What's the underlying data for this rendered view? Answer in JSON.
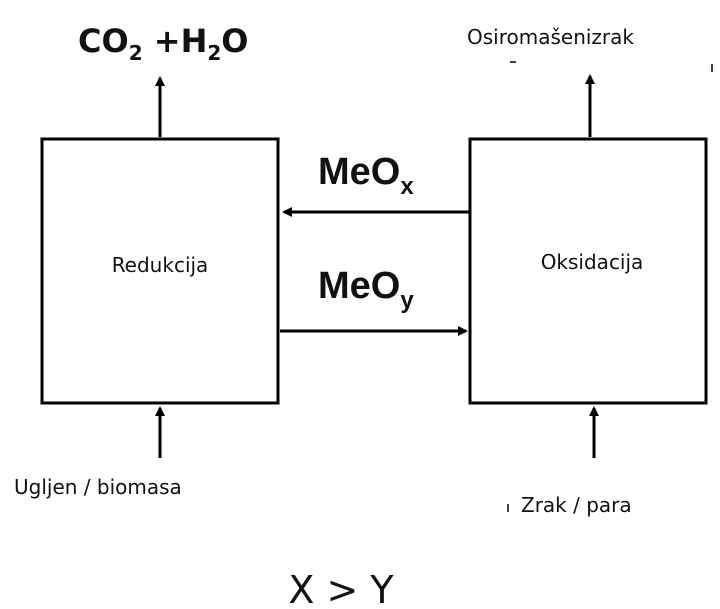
{
  "colors": {
    "stroke": "#000000",
    "text": "#111111",
    "background": "#ffffff"
  },
  "top_left": {
    "co2_base": "CO",
    "co2_sub": "2",
    "plus_h": " +H",
    "h2o_sub": "2",
    "o": "O"
  },
  "top_right": {
    "label": "Osiromašenizrak"
  },
  "reactors": {
    "reduction": "Redukcija",
    "oxidation": "Oksidacija"
  },
  "flows": {
    "upper_base": "MeO",
    "upper_sub": "x",
    "lower_base": "MeO",
    "lower_sub": "y"
  },
  "inputs": {
    "left": "Ugljen / biomasa",
    "right": "Zrak / para"
  },
  "condition": "X > Y"
}
